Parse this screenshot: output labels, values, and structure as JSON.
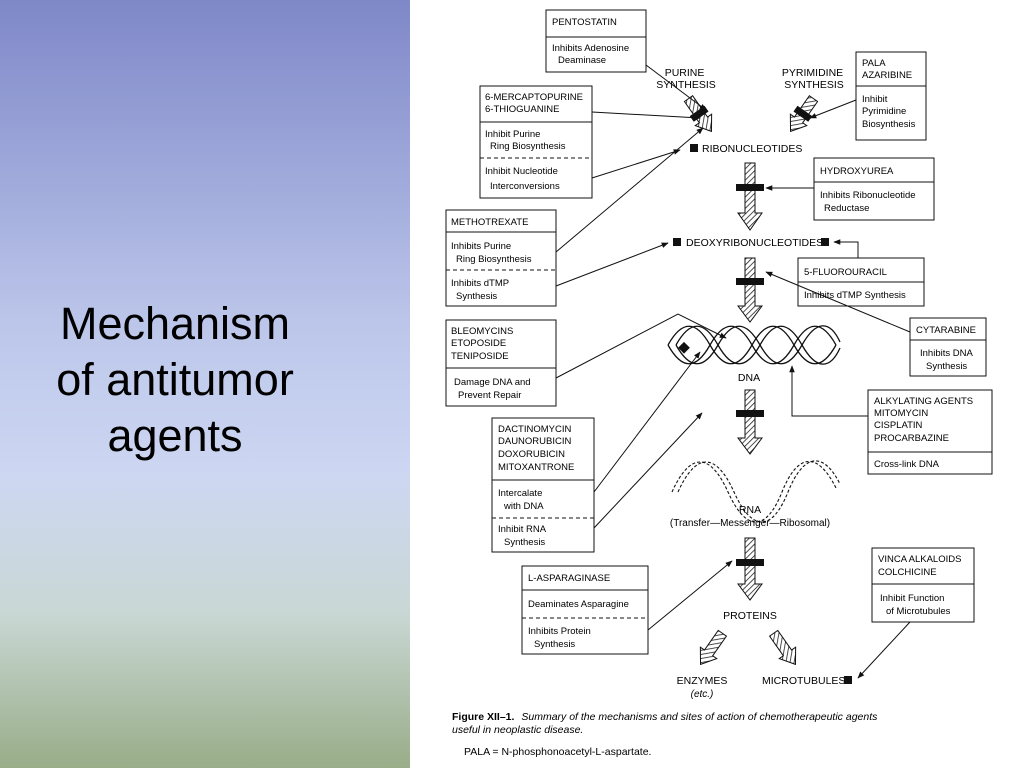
{
  "slide": {
    "title_lines": [
      "Mechanism",
      "of antitumor",
      "agents"
    ]
  },
  "diagram": {
    "pathway": {
      "purine_synthesis": [
        "PURINE",
        "SYNTHESIS"
      ],
      "pyrimidine_synthesis": [
        "PYRIMIDINE",
        "SYNTHESIS"
      ],
      "ribonucleotides": "RIBONUCLEOTIDES",
      "deoxyribonucleotides": "DEOXYRIBONUCLEOTIDES",
      "dna": "DNA",
      "rna": "RNA",
      "rna_types": "(Transfer—Messenger—Ribosomal)",
      "proteins": "PROTEINS",
      "enzymes": "ENZYMES",
      "enzymes_etc": "(etc.)",
      "microtubules": "MICROTUBULES"
    },
    "boxes": {
      "pentostatin": {
        "name": [
          "PENTOSTATIN"
        ],
        "sections": [
          [
            "Inhibits Adenosine",
            "Deaminase"
          ]
        ]
      },
      "mercaptopurine": {
        "name": [
          "6-MERCAPTOPURINE",
          "6-THIOGUANINE"
        ],
        "sections": [
          [
            "Inhibit Purine",
            "Ring Biosynthesis"
          ],
          [
            "Inhibit Nucleotide",
            "Interconversions"
          ]
        ]
      },
      "pala": {
        "name": [
          "PALA",
          "AZARIBINE"
        ],
        "sections": [
          [
            "Inhibit",
            "Pyrimidine",
            "Biosynthesis"
          ]
        ]
      },
      "hydroxyurea": {
        "name": [
          "HYDROXYUREA"
        ],
        "sections": [
          [
            "Inhibits Ribonucleotide",
            "Reductase"
          ]
        ]
      },
      "methotrexate": {
        "name": [
          "METHOTREXATE"
        ],
        "sections": [
          [
            "Inhibits Purine",
            "Ring Biosynthesis"
          ],
          [
            "Inhibits dTMP",
            "Synthesis"
          ]
        ]
      },
      "fluorouracil": {
        "name": [
          "5-FLUOROURACIL"
        ],
        "sections": [
          [
            "Inhibits dTMP Synthesis"
          ]
        ]
      },
      "bleomycins": {
        "name": [
          "BLEOMYCINS",
          "ETOPOSIDE",
          "TENIPOSIDE"
        ],
        "sections": [
          [
            "Damage DNA and",
            "Prevent Repair"
          ]
        ]
      },
      "cytarabine": {
        "name": [
          "CYTARABINE"
        ],
        "sections": [
          [
            "Inhibits DNA",
            "Synthesis"
          ]
        ]
      },
      "alkylating": {
        "name": [
          "ALKYLATING AGENTS",
          "MITOMYCIN",
          "CISPLATIN",
          "PROCARBAZINE"
        ],
        "sections": [
          [
            "Cross-link DNA"
          ]
        ]
      },
      "dactinomycin": {
        "name": [
          "DACTINOMYCIN",
          "DAUNORUBICIN",
          "DOXORUBICIN",
          "MITOXANTRONE"
        ],
        "sections": [
          [
            "Intercalate",
            "with DNA"
          ],
          [
            "Inhibit RNA",
            "Synthesis"
          ]
        ]
      },
      "asparaginase": {
        "name": [
          "L-ASPARAGINASE"
        ],
        "sections": [
          [
            "Deaminates Asparagine"
          ],
          [
            "Inhibits Protein",
            "Synthesis"
          ]
        ]
      },
      "vinca": {
        "name": [
          "VINCA ALKALOIDS",
          "COLCHICINE"
        ],
        "sections": [
          [
            "Inhibit Function",
            "of Microtubules"
          ]
        ]
      }
    },
    "caption": {
      "label": "Figure XII–1.",
      "text_line1": "Summary of the mechanisms and sites of action of chemotherapeutic agents",
      "text_line2": "useful in neoplastic disease.",
      "abbrev": "PALA = N-phosphonoacetyl-L-aspartate."
    }
  }
}
